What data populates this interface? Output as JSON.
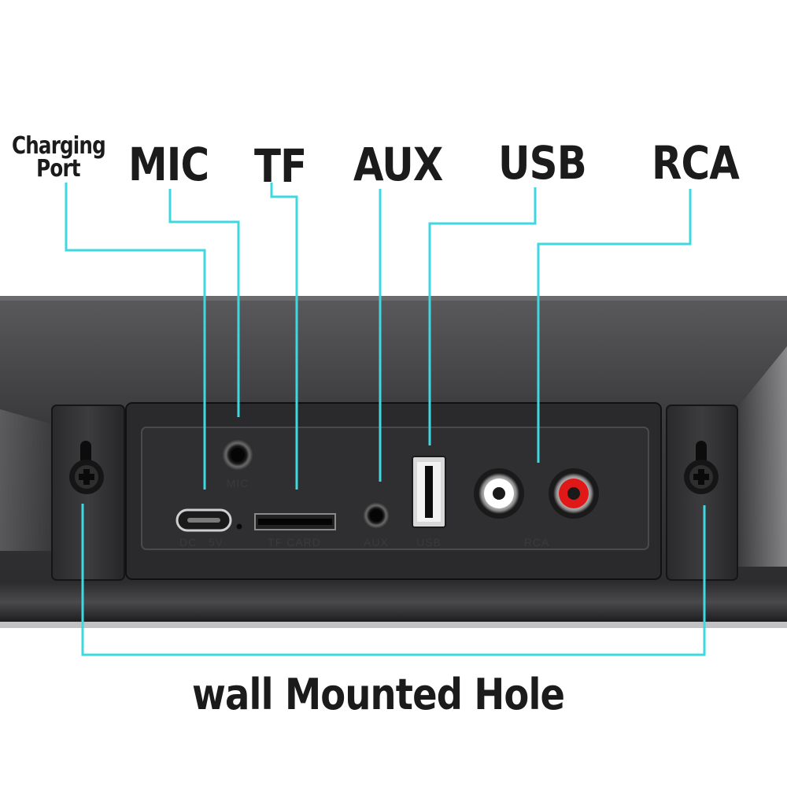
{
  "labels": {
    "charging_port_line1": "Charging",
    "charging_port_line2": "Port",
    "mic": "MIC",
    "tf": "TF",
    "aux": "AUX",
    "usb": "USB",
    "rca": "RCA",
    "wall_mount": "wall Mounted Hole"
  },
  "panel_print": {
    "dc": "DC",
    "voltage": "5V",
    "mic": "MIC",
    "tf_card": "TF  CARD",
    "aux": "AUX",
    "usb": "USB",
    "rca": "RCA"
  },
  "colors": {
    "callout_line": "#3fd8e0",
    "label_text": "#1b1b1b",
    "rca_left": "#ffffff",
    "rca_right": "#e01818"
  }
}
